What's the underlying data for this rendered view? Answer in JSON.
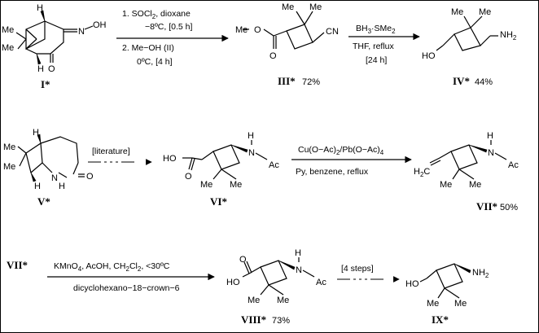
{
  "row1": {
    "c1": {
      "atoms": {
        "n": "N",
        "oh": "OH",
        "o": "O",
        "h_top": "H",
        "h_bot": "H",
        "me1": "Me",
        "me2": "Me"
      },
      "label": "I*"
    },
    "a1": {
      "step1": "1. SOCl",
      "step1_sub": "2",
      "step1_tail": ", dioxane",
      "temp1": "−8ºC, [0.5 h]",
      "step2": "2. Me−OH  (II)",
      "temp2": "0ºC, [4 h]"
    },
    "c3": {
      "atoms": {
        "o1": "O",
        "me": "Me",
        "o2": "O",
        "me_a": "Me",
        "me_b": "Me",
        "cn": "CN"
      },
      "label": "III*",
      "yield": "72%"
    },
    "a2": {
      "reagent": "BH",
      "reagent_sub": "3",
      "reagent_tail": "·SMe",
      "reagent_sub2": "2",
      "solvent": "THF,  reflux",
      "time": "[24 h]"
    },
    "c4": {
      "atoms": {
        "ho": "HO",
        "me_a": "Me",
        "me_b": "Me",
        "nh2": "NH",
        "nh2_sub": "2"
      },
      "label": "IV*",
      "yield": "44%"
    }
  },
  "row2": {
    "c5": {
      "atoms": {
        "me1": "Me",
        "me2": "Me",
        "h_top": "H",
        "h_bot": "H",
        "n": "N",
        "h_n": "H",
        "o": "O"
      },
      "label": "V*"
    },
    "a3": {
      "text": "[literature]"
    },
    "c6": {
      "atoms": {
        "ho": "HO",
        "o": "O",
        "n": "N",
        "h": "H",
        "ac": "Ac",
        "me_a": "Me",
        "me_b": "Me"
      },
      "label": "VI*"
    },
    "a4": {
      "line1_a": "Cu(O−Ac)",
      "line1_sub1": "2",
      "line1_b": "/Pb(O−Ac)",
      "line1_sub2": "4",
      "line2": "Py,  benzene,  reflux"
    },
    "c7": {
      "atoms": {
        "h2c": "H",
        "h2c_sub": "2",
        "h2c_c": "C",
        "n": "N",
        "h": "H",
        "ac": "Ac",
        "me_a": "Me",
        "me_b": "Me"
      },
      "label": "VII*",
      "yield": "50%"
    }
  },
  "row3": {
    "start": "VII*",
    "a5": {
      "t1": "KMnO",
      "t1_sub": "4",
      "t2": ",  AcOH,  CH",
      "t2_sub": "2",
      "t3": "Cl",
      "t3_sub": "2",
      "t4": ",   <30ºC",
      "line2": "dicyclohexano−18−crown−6"
    },
    "c8": {
      "atoms": {
        "o": "O",
        "ho": "HO",
        "n": "N",
        "h": "H",
        "ac": "Ac",
        "me_a": "Me",
        "me_b": "Me"
      },
      "label": "VIII*",
      "yield": "73%"
    },
    "a6": {
      "text": "[4 steps]"
    },
    "c9": {
      "atoms": {
        "ho": "HO",
        "nh2": "NH",
        "nh2_sub": "2",
        "me_a": "Me",
        "me_b": "Me"
      },
      "label": "IX*"
    }
  }
}
